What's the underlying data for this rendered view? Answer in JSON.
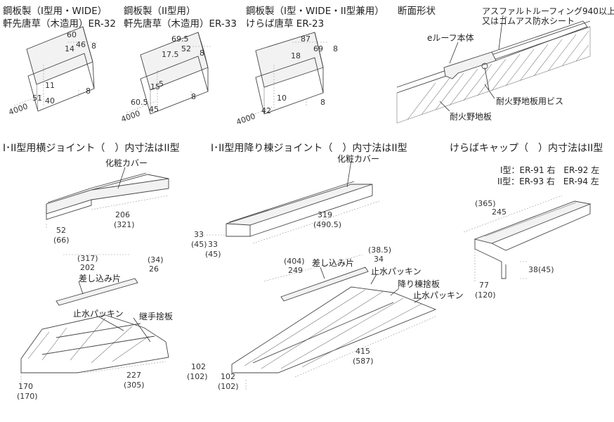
{
  "titles": {
    "er32": [
      "鋼板製（I型用・WIDE）",
      "軒先唐草（木造用）ER-32"
    ],
    "er33": [
      "鋼板製（II型用）",
      "軒先唐草（木造用）ER-33"
    ],
    "er23": [
      "鋼板製（I型・WIDE・II型兼用）",
      "けらば唐草 ER-23"
    ],
    "section": "断面形状"
  },
  "section_labels": {
    "membrane": [
      "アスファルトルーフィング940以上",
      "又はゴムアス防水シート"
    ],
    "eroof": "eルーフ本体",
    "screw": "耐火野地板用ビス",
    "board": "耐火野地板"
  },
  "er32_dims": [
    "60",
    "46",
    "14",
    "8",
    "11",
    "40",
    "51",
    "8",
    "4000"
  ],
  "er33_dims": [
    "69.5",
    "52",
    "17.5",
    "8",
    "15",
    "5",
    "8",
    "60.5",
    "45",
    "4000"
  ],
  "er23_dims": [
    "87",
    "69",
    "18",
    "8",
    "10",
    "42",
    "8",
    "4000"
  ],
  "headings": {
    "h_joint": "I･II型用横ジョイント（　）内寸法はII型",
    "r_joint": "I･II型用降り棟ジョイント（　）内寸法はII型",
    "cap": "けらばキャップ（　）内寸法はII型"
  },
  "h_joint": {
    "cover_label": "化粧カバー",
    "cover_dims": [
      "206",
      "(321)",
      "52",
      "(66)"
    ],
    "plate_label": "差し込み片",
    "plate_dims": [
      "(317)",
      "202",
      "(34)",
      "26"
    ],
    "packing": "止水パッキン",
    "joint_plate": "継手捨板",
    "base_dims": [
      "170",
      "(170)",
      "227",
      "(305)"
    ]
  },
  "r_joint": {
    "cover_label": "化粧カバー",
    "cover_dims": [
      "319",
      "(490.5)",
      "33",
      "(45)",
      "33",
      "(45)"
    ],
    "plate_label": "差し込み片",
    "plate_dims": [
      "(404)",
      "249",
      "(38.5)",
      "34"
    ],
    "packing1": "止水パッキン",
    "ridge_plate": "降り棟捨板",
    "packing2": "止水パッキン",
    "base_dims": [
      "415",
      "(587)",
      "102",
      "(102)",
      "102",
      "(102)"
    ]
  },
  "cap": {
    "types": [
      "I型：ER-91 右　ER-92 左",
      "II型：ER-93 右　ER-94 左"
    ],
    "dims": [
      "(365)",
      "245",
      "38(45)",
      "77",
      "(120)"
    ]
  }
}
